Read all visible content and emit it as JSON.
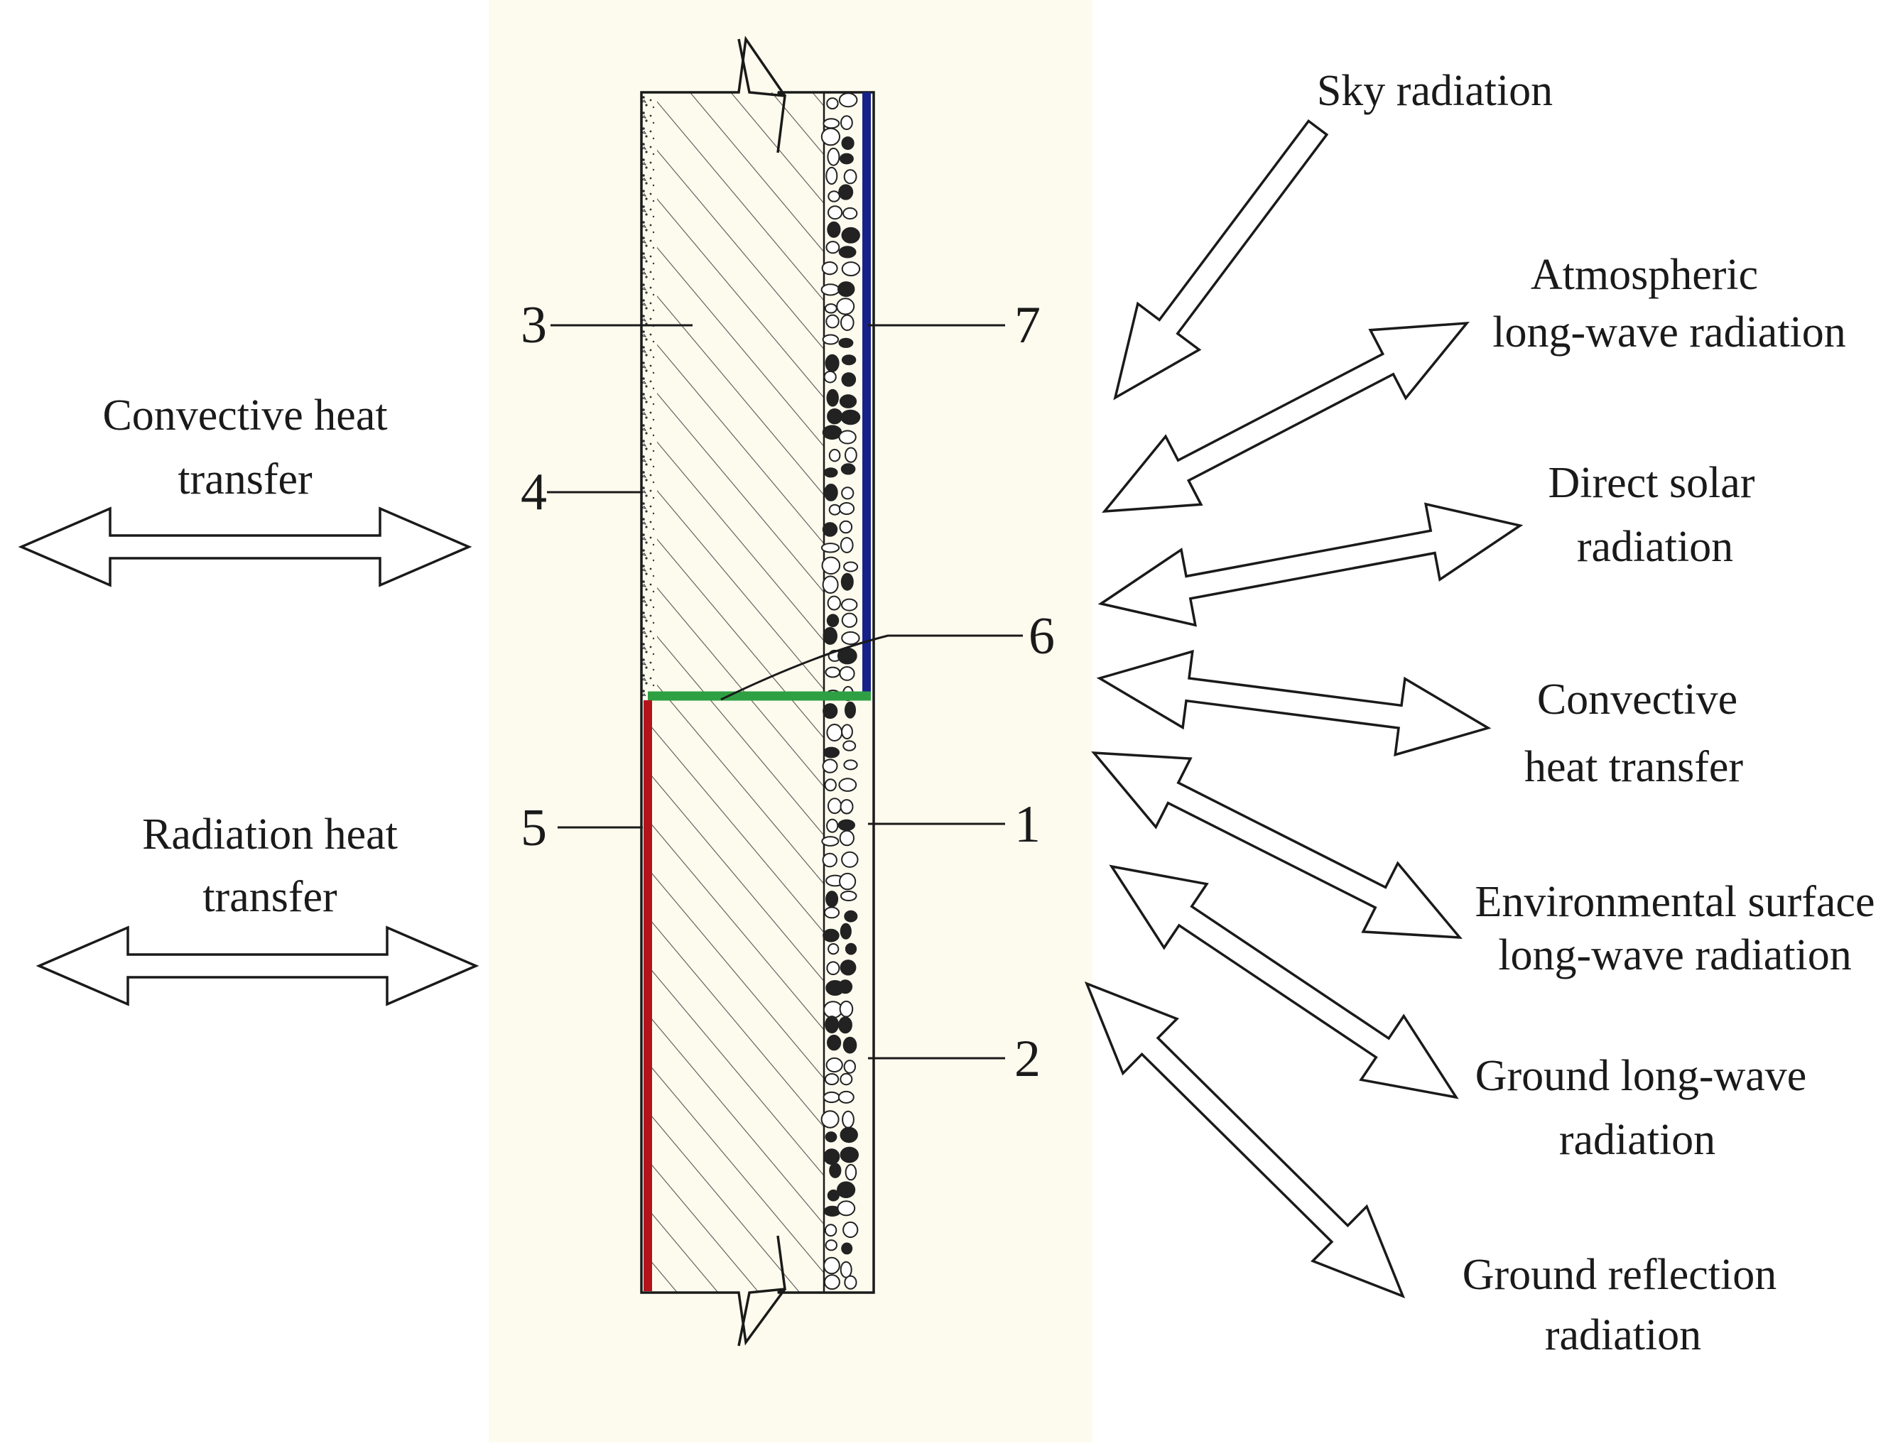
{
  "diagram": {
    "colors": {
      "background_panel": "#fdfbee",
      "layer_blue": "#16218a",
      "layer_green": "#2ea043",
      "layer_red": "#b3141c",
      "line": "#1a1a1a"
    },
    "left_labels": {
      "convective": [
        "Convective heat",
        "transfer"
      ],
      "radiation": [
        "Radiation heat",
        "transfer"
      ]
    },
    "layer_numbers": {
      "n1": "1",
      "n2": "2",
      "n3": "3",
      "n4": "4",
      "n5": "5",
      "n6": "6",
      "n7": "7"
    },
    "right_labels": {
      "sky": [
        "Sky radiation"
      ],
      "atmospheric": [
        "Atmospheric",
        "long-wave radiation"
      ],
      "direct_solar": [
        "Direct solar",
        "radiation"
      ],
      "convective": [
        "Convective",
        "heat transfer"
      ],
      "environmental": [
        "Environmental surface",
        "long-wave radiation"
      ],
      "ground_longwave": [
        "Ground long-wave",
        "radiation"
      ],
      "ground_reflection": [
        "Ground reflection",
        "radiation"
      ]
    }
  }
}
